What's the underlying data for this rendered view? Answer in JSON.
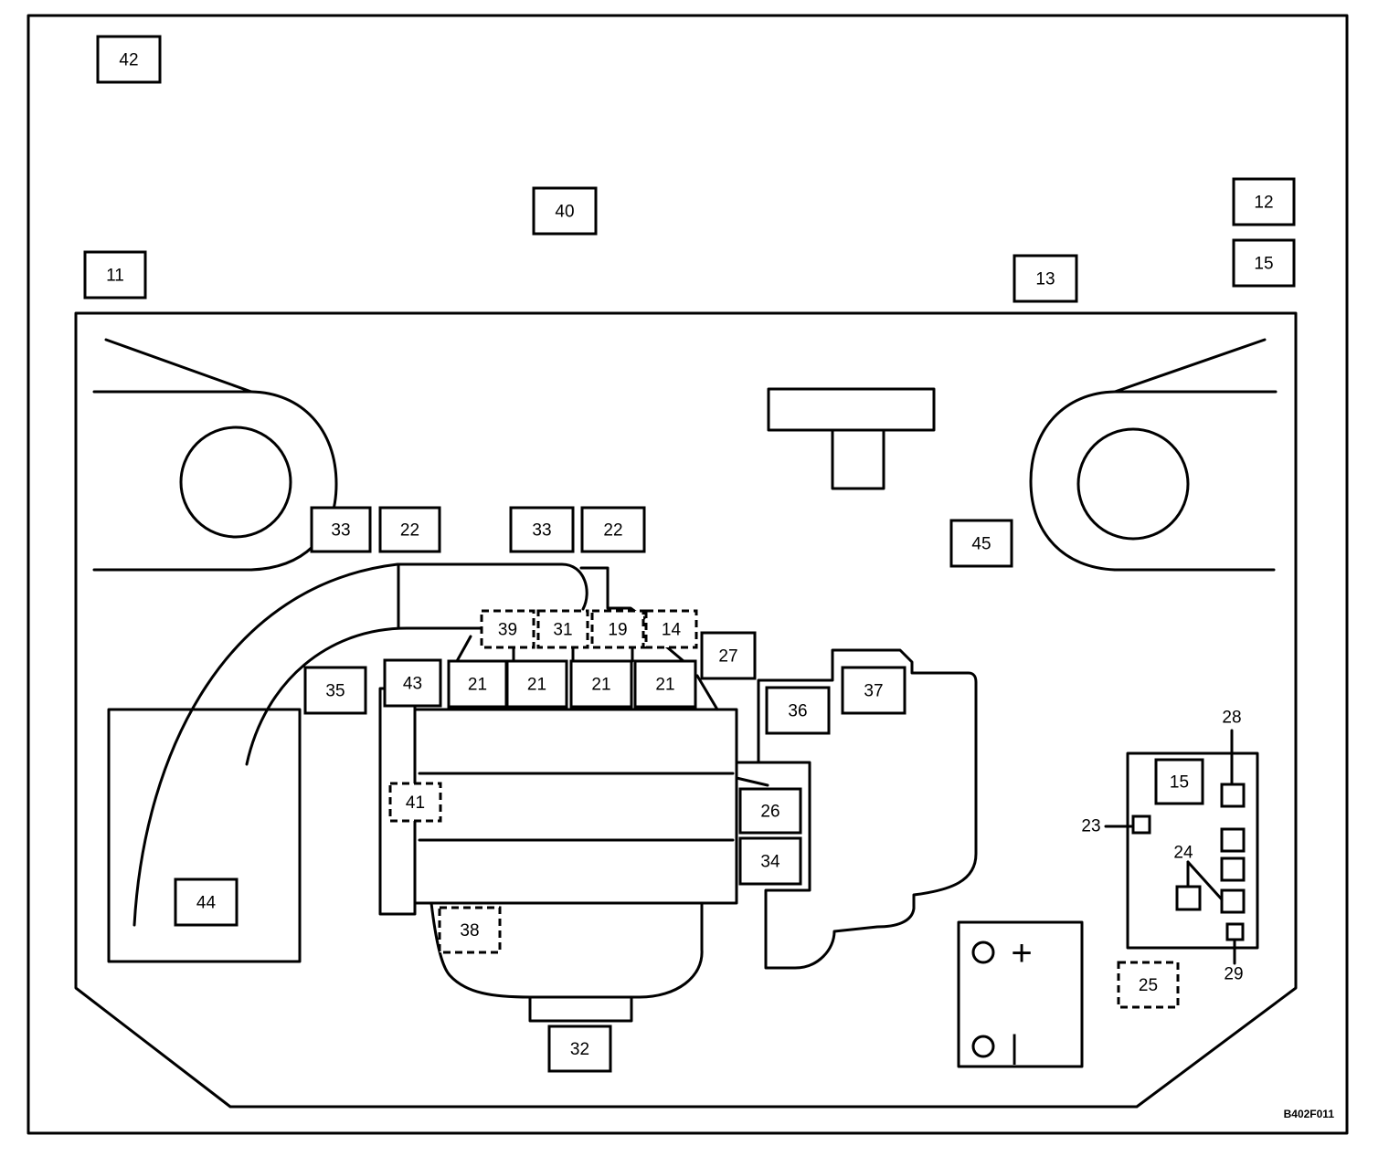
{
  "figure_code": "B402F011",
  "callouts": [
    {
      "id": "c42",
      "text": "42",
      "style": "solid"
    },
    {
      "id": "c40",
      "text": "40",
      "style": "solid"
    },
    {
      "id": "c12",
      "text": "12",
      "style": "solid"
    },
    {
      "id": "c15a",
      "text": "15",
      "style": "solid"
    },
    {
      "id": "c11",
      "text": "11",
      "style": "solid"
    },
    {
      "id": "c13",
      "text": "13",
      "style": "solid"
    },
    {
      "id": "c33a",
      "text": "33",
      "style": "solid"
    },
    {
      "id": "c22a",
      "text": "22",
      "style": "solid"
    },
    {
      "id": "c33b",
      "text": "33",
      "style": "solid"
    },
    {
      "id": "c22b",
      "text": "22",
      "style": "solid"
    },
    {
      "id": "c45",
      "text": "45",
      "style": "solid"
    },
    {
      "id": "c39",
      "text": "39",
      "style": "dashed"
    },
    {
      "id": "c31",
      "text": "31",
      "style": "dashed"
    },
    {
      "id": "c19",
      "text": "19",
      "style": "dashed"
    },
    {
      "id": "c14",
      "text": "14",
      "style": "dashed"
    },
    {
      "id": "c27",
      "text": "27",
      "style": "solid"
    },
    {
      "id": "c35",
      "text": "35",
      "style": "solid"
    },
    {
      "id": "c43",
      "text": "43",
      "style": "solid"
    },
    {
      "id": "c21a",
      "text": "21",
      "style": "solid"
    },
    {
      "id": "c21b",
      "text": "21",
      "style": "solid"
    },
    {
      "id": "c21c",
      "text": "21",
      "style": "solid"
    },
    {
      "id": "c21d",
      "text": "21",
      "style": "solid"
    },
    {
      "id": "c36",
      "text": "36",
      "style": "solid"
    },
    {
      "id": "c37",
      "text": "37",
      "style": "solid"
    },
    {
      "id": "c41",
      "text": "41",
      "style": "dashed"
    },
    {
      "id": "c26",
      "text": "26",
      "style": "solid"
    },
    {
      "id": "c34",
      "text": "34",
      "style": "solid"
    },
    {
      "id": "c44",
      "text": "44",
      "style": "solid"
    },
    {
      "id": "c38",
      "text": "38",
      "style": "dashed"
    },
    {
      "id": "c32",
      "text": "32",
      "style": "solid"
    },
    {
      "id": "c15b",
      "text": "15",
      "style": "solid"
    },
    {
      "id": "c25",
      "text": "25",
      "style": "dashed"
    }
  ],
  "plain_labels": [
    {
      "id": "t28",
      "text": "28"
    },
    {
      "id": "t23",
      "text": "23"
    },
    {
      "id": "t24",
      "text": "24"
    },
    {
      "id": "t29",
      "text": "29"
    }
  ],
  "battery": {
    "plus": "+",
    "minus": "|"
  }
}
